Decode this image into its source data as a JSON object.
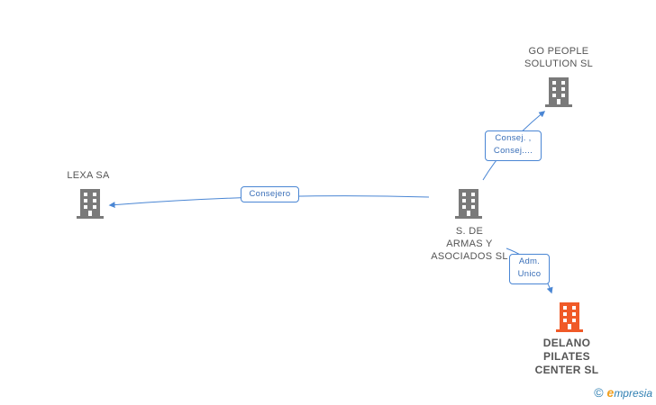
{
  "colors": {
    "edge": "#4a86d4",
    "building_gray": "#7a7a7a",
    "building_focus": "#f05a28"
  },
  "nodes": {
    "lexa": {
      "label": "LEXA SA",
      "icon": "building-icon"
    },
    "armas": {
      "label_lines": [
        "S.  DE",
        "ARMAS Y",
        "ASOCIADOS  SL"
      ],
      "icon": "building-icon"
    },
    "gopeople": {
      "label_lines": [
        "GO PEOPLE",
        "SOLUTION SL"
      ],
      "icon": "building-icon"
    },
    "delano": {
      "label_lines": [
        "DELANO",
        "PILATES",
        "CENTER SL"
      ],
      "icon": "building-icon"
    }
  },
  "edges": {
    "consejero": {
      "label": "Consejero"
    },
    "consej": {
      "label_lines": [
        "Consej. ,",
        "Consej...."
      ]
    },
    "adm": {
      "label_lines": [
        "Adm.",
        "Unico"
      ]
    }
  },
  "watermark": {
    "copyright": "©",
    "brand_initial": "e",
    "brand_rest": "mpresia"
  }
}
